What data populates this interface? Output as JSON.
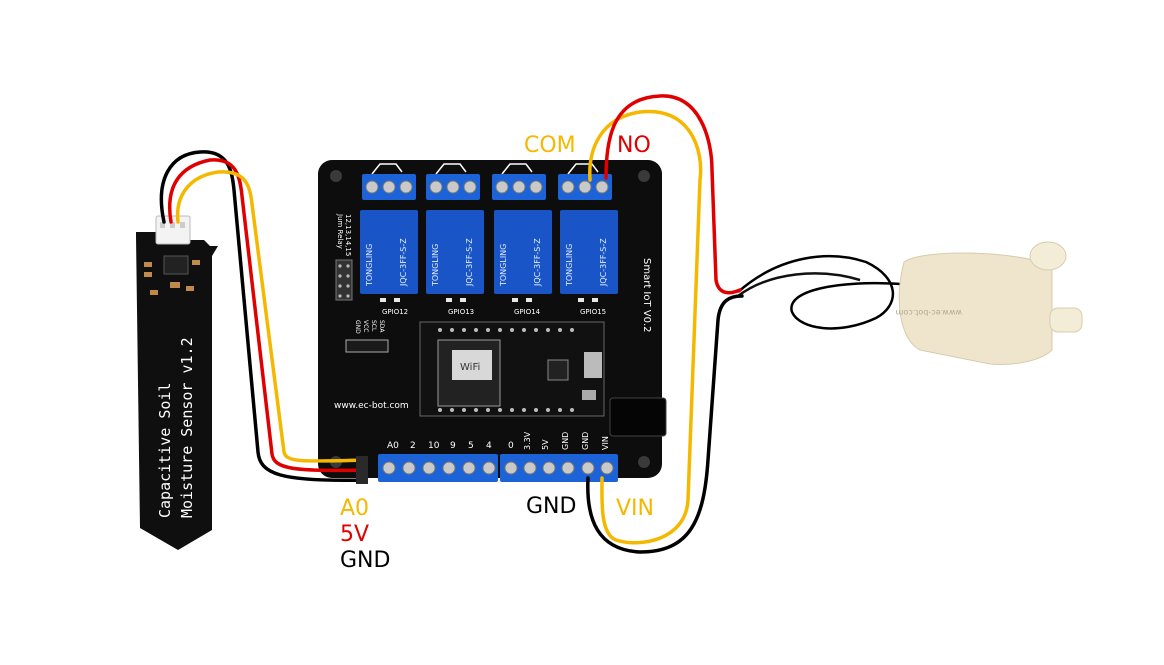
{
  "colors": {
    "yellow": "#f5b800",
    "red": "#e10000",
    "black": "#000000",
    "terminal_blue": "#1b63d6",
    "relay_blue": "#1a55c7",
    "board": "#0d0d0d",
    "pump": "#eee5cc"
  },
  "sensor": {
    "line1": "Capacitive Soil",
    "line2": "Moisture Sensor v1.2"
  },
  "board": {
    "url": "www.ec-bot.com",
    "title": "Smart IoT V0.2",
    "jump_note": "Jum Relay",
    "jump_pins": "12,13,14,15",
    "i2c_pins": [
      "GND",
      "VCC",
      "SCL",
      "SDA"
    ],
    "relay_text": "TONGLING",
    "relay_model": "JQC-3FF-S-Z",
    "gpio_labels": [
      "GPIO12",
      "GPIO13",
      "GPIO14",
      "GPIO15"
    ],
    "pin_labels": [
      "A0",
      "2",
      "10",
      "9",
      "5",
      "4",
      "0",
      "3.3V",
      "5V",
      "GND",
      "GND",
      "VIN"
    ],
    "wifi": "WiFi"
  },
  "pump": {
    "brand": "www.ec-bot.com"
  },
  "labels": {
    "sensor_a0": "A0",
    "sensor_5v": "5V",
    "sensor_gnd": "GND",
    "com": "COM",
    "no": "NO",
    "gnd": "GND",
    "vin": "VIN"
  }
}
